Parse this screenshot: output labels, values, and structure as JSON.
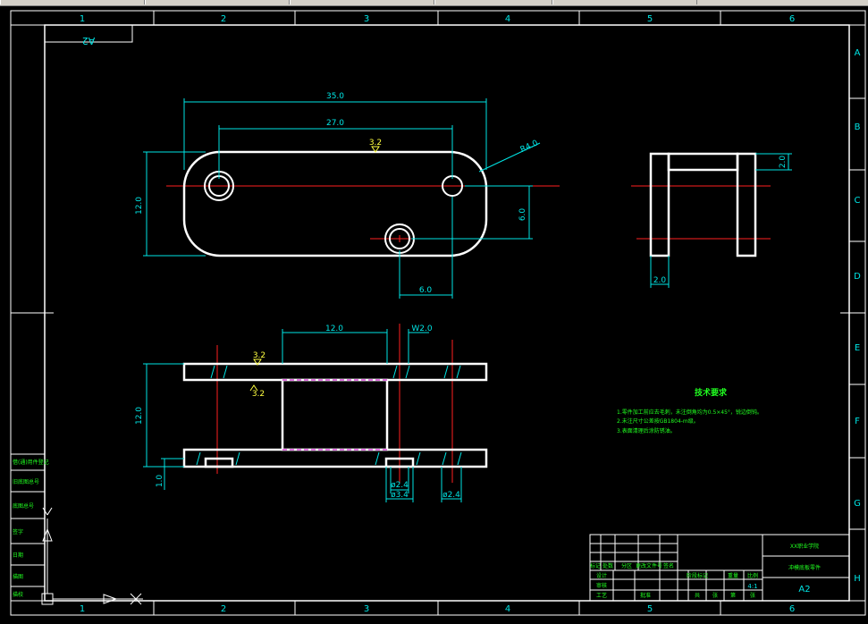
{
  "toolbar": {
    "fragment": "...."
  },
  "border": {
    "columns": [
      "1",
      "2",
      "3",
      "4",
      "5",
      "6"
    ],
    "rows": [
      "A",
      "B",
      "C",
      "D",
      "E",
      "F",
      "G",
      "H"
    ],
    "sheet_code": "A2"
  },
  "dims": {
    "d35": "35.0",
    "d27": "27.0",
    "rough1": "3.2",
    "r4": "R4.0",
    "d12v": "12.0",
    "d6v": "6.0",
    "d6h": "6.0",
    "side_2top": "2.0",
    "side_2bot": "2.0",
    "front_12": "12.0",
    "front_w2": "W2.0",
    "rough2": "3.2",
    "rough3": "3.2",
    "front_12v": "12.0",
    "front_1": "1.0",
    "dia24a": "ø2.4",
    "dia34": "ø3.4",
    "dia24b": "ø2.4"
  },
  "notes": {
    "title": "技术要求",
    "lines": [
      "1.零件加工前应去毛刺，未注倒角均为0.5×45°，锐边倒钝。",
      "2.未注尺寸公差按GB1804-m级。",
      "3.表面清理后涂防锈油。"
    ]
  },
  "title_block": {
    "school": "XX职业学院",
    "part_name": "冲模底板零件",
    "scale": "4:1",
    "sheet": "A2",
    "cells": [
      "标记",
      "处数",
      "分区",
      "更改文件号",
      "签名",
      "年月日",
      "设计",
      "审核",
      "工艺",
      "批准",
      "阶段标记",
      "重量",
      "比例",
      "共",
      "张",
      "第",
      "张"
    ]
  },
  "side_table": [
    "借(通)用件登记",
    "旧底图总号",
    "底图总号",
    "签字",
    "日期",
    "描图",
    "描校"
  ],
  "colors": {
    "frame": "#ffffff",
    "dimension": "#00e5e5",
    "center": "#ff2020",
    "hidden": "#d020d0",
    "text": "#20ff20",
    "annotation": "#ffff40"
  }
}
